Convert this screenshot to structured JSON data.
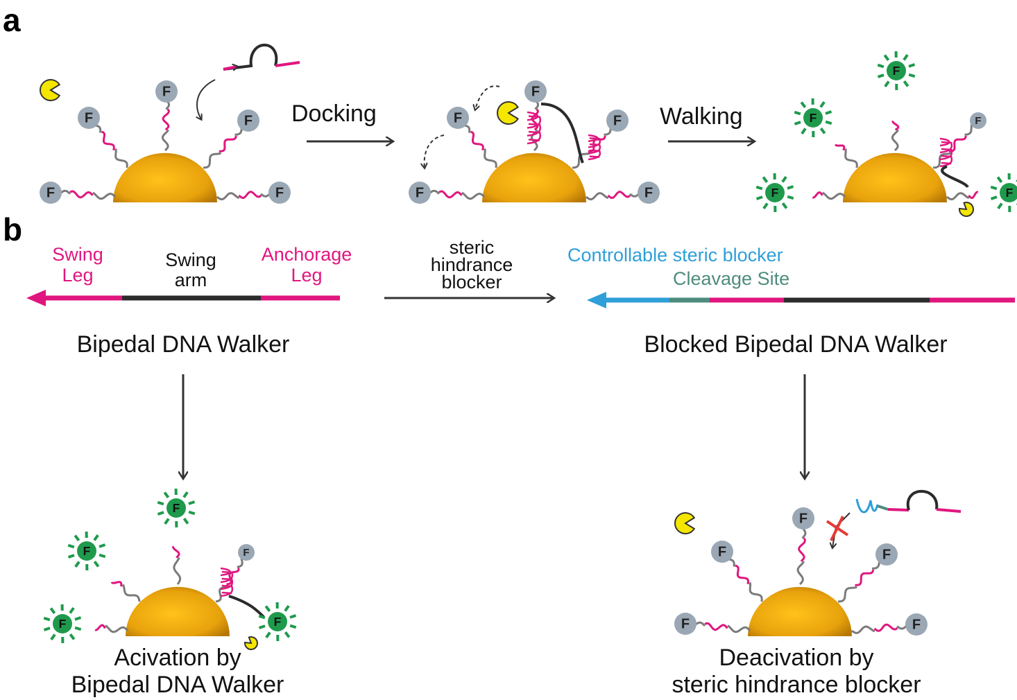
{
  "panels": {
    "a": "a",
    "b": "b"
  },
  "steps": {
    "docking": "Docking",
    "walking": "Walking"
  },
  "walker": {
    "swing_leg": [
      "Swing",
      "Leg"
    ],
    "swing_arm": [
      "Swing",
      "arm"
    ],
    "anchorage_leg": [
      "Anchorage",
      "Leg"
    ],
    "name": "Bipedal DNA Walker"
  },
  "blocker_arrow": [
    "steric",
    "hindrance",
    "blocker"
  ],
  "blocked": {
    "controllable": "Controllable steric blocker",
    "cleavage": "Cleavage Site",
    "name": "Blocked Bipedal DNA Walker"
  },
  "results": {
    "activation": [
      "Acivation by",
      "Bipedal DNA Walker"
    ],
    "deactivation": [
      "Deacivation by",
      "steric hindrance blocker"
    ]
  },
  "fluorophore_letter": "F",
  "colors": {
    "strand": "#e0167f",
    "arm": "#2b2b2b",
    "linker": "#7a7a7a",
    "gold": "#e8a20c",
    "fluor_quenched": "#9aa7b4",
    "fluor_active": "#1f9a4c",
    "blocker": "#2e9fd8",
    "cleavage": "#4e8c7c",
    "enzyme": "#f5e600"
  }
}
